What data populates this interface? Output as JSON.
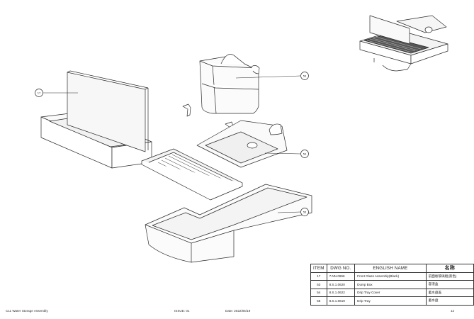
{
  "balloons": [
    {
      "item": "17"
    },
    {
      "item": "53"
    },
    {
      "item": "54"
    },
    {
      "item": "55"
    }
  ],
  "bom": {
    "headers": [
      "ITEM",
      "DWG NO.",
      "ENGLISH NAME",
      "名称"
    ],
    "rows": [
      [
        "17",
        "7.NN.0656",
        "Front Glass Assembly(Black)",
        "前面板玻璃組(黑色)"
      ],
      [
        "53",
        "8.S.1.0620",
        "Dump Box",
        "容渣盒"
      ],
      [
        "54",
        "8.S.1.0622",
        "Drip Tray Cover",
        "蓄水盘盖"
      ],
      [
        "55",
        "8.S.1.0619",
        "Drip Tray",
        "蓄水盘"
      ]
    ]
  },
  "footer": {
    "title": "C11 Water Storage Assembly",
    "issue": "ISSUE: 01",
    "date": "Date: 2022/05/19",
    "page": "12"
  }
}
